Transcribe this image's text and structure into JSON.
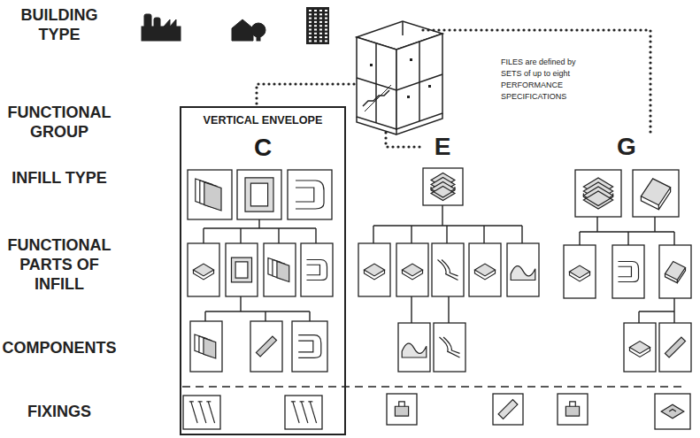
{
  "diagram": {
    "nodes": [
      {
        "text": [
          "VERTICAL ENVELOPE",
          "C"
        ]
      }
    ],
    "labels": [
      "BUILDING TYPE",
      "FUNCTIONAL GROUP",
      "INFILL TYPE",
      "FUNCTIONAL PARTS OF INFILL",
      "COMPONENTS",
      "FIXINGS",
      "FILES are defined by SETS of up to eight PERFORMANCE SPECIFICATIONS",
      "E",
      "G"
    ]
  }
}
